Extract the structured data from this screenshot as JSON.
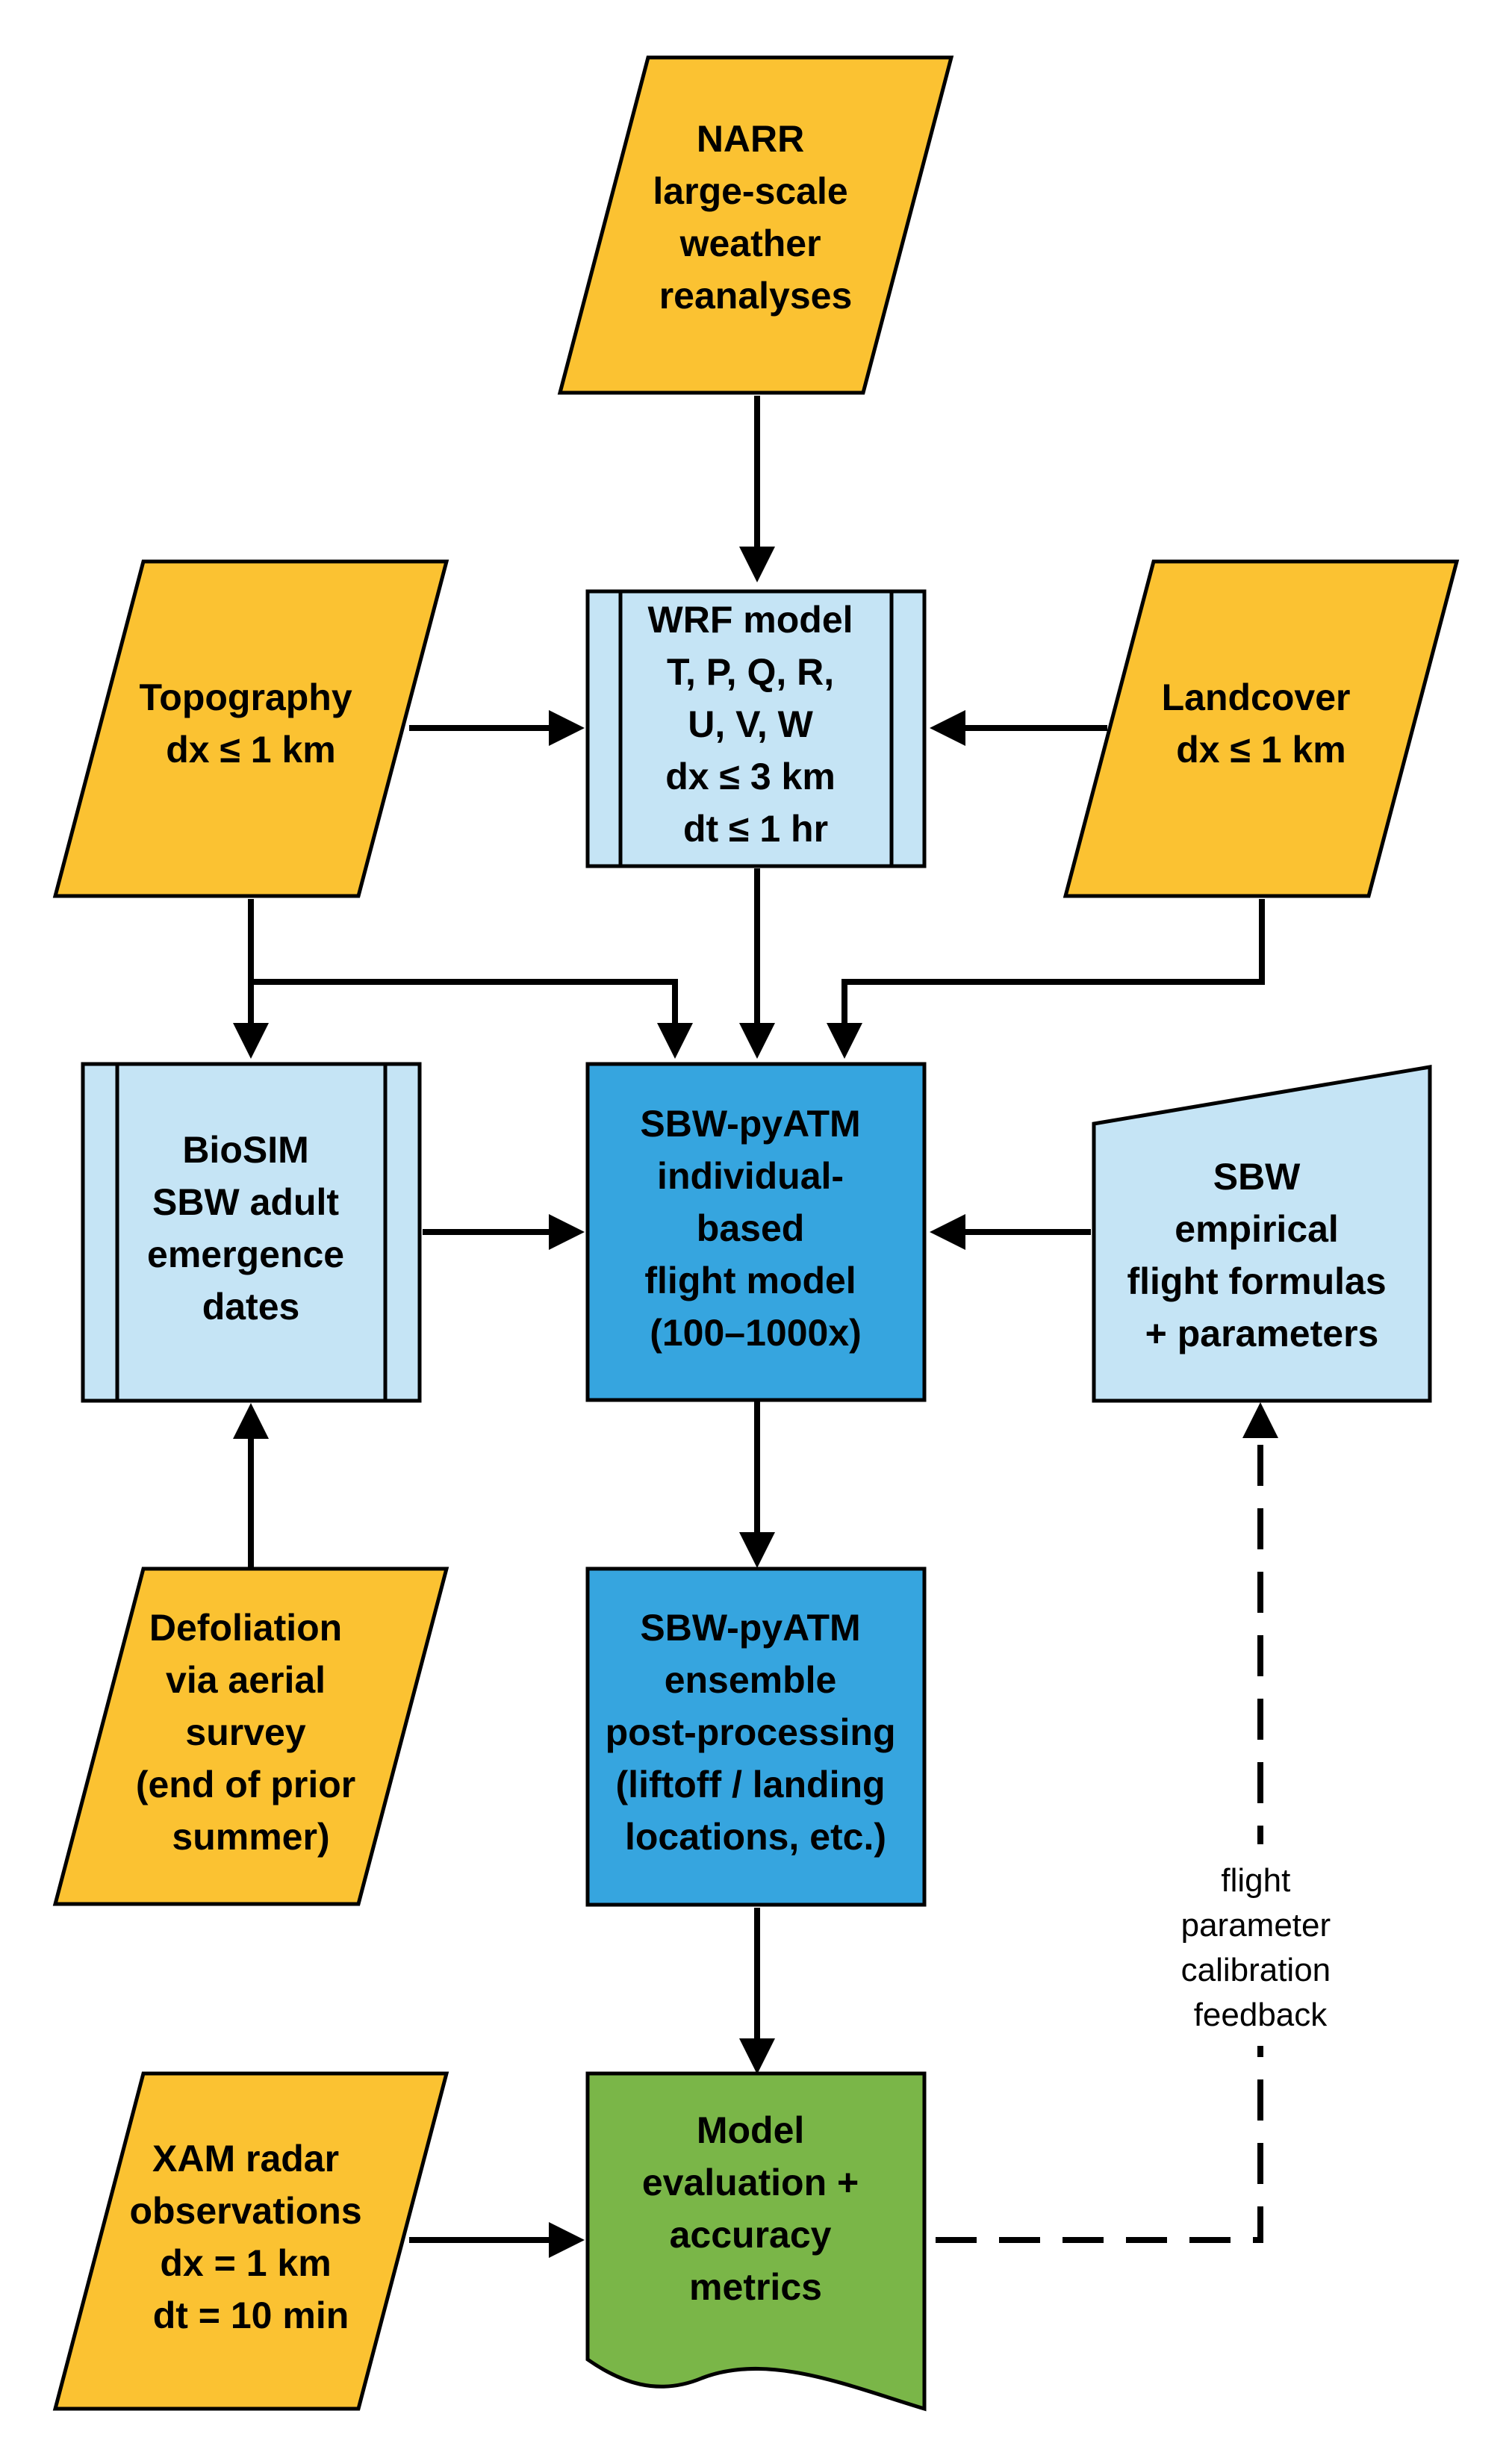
{
  "colors": {
    "data_input": "#FBC232",
    "model_light": "#C5E4F5",
    "model_dark": "#36A5DF",
    "evaluation": "#7AB648",
    "stroke": "#000000"
  },
  "nodes": {
    "narr": {
      "lines": [
        "NARR",
        "large-scale",
        "weather",
        "reanalyses"
      ]
    },
    "topography": {
      "lines": [
        "Topography",
        "dx ≤ 1 km"
      ]
    },
    "wrf": {
      "lines": [
        "WRF model",
        "T, P, Q, R,",
        "U, V, W",
        "dx ≤ 3 km",
        "dt ≤ 1 hr"
      ]
    },
    "landcover": {
      "lines": [
        "Landcover",
        "dx ≤ 1 km"
      ]
    },
    "biosim": {
      "lines": [
        "BioSIM",
        "SBW adult",
        "emergence",
        "dates"
      ]
    },
    "flight_model": {
      "lines": [
        "SBW-pyATM",
        "individual-",
        "based",
        "flight model",
        "(100–1000x)"
      ]
    },
    "empirical": {
      "lines": [
        "SBW",
        "empirical",
        "flight formulas",
        "+ parameters"
      ]
    },
    "defoliation": {
      "lines": [
        "Defoliation",
        "via aerial",
        "survey",
        "(end of prior",
        "summer)"
      ]
    },
    "postprocessing": {
      "lines": [
        "SBW-pyATM",
        "ensemble",
        "post-processing",
        "(liftoff / landing",
        "locations, etc.)"
      ]
    },
    "radar": {
      "lines": [
        "XAM radar",
        "observations",
        "dx = 1 km",
        "dt = 10 min"
      ]
    },
    "evaluation": {
      "lines": [
        "Model",
        "evaluation +",
        "accuracy",
        "metrics"
      ]
    }
  },
  "edges": [
    {
      "from": "narr",
      "to": "wrf"
    },
    {
      "from": "topography",
      "to": "wrf"
    },
    {
      "from": "landcover",
      "to": "wrf"
    },
    {
      "from": "topography",
      "to": "biosim"
    },
    {
      "from": "topography",
      "to": "flight_model"
    },
    {
      "from": "wrf",
      "to": "flight_model"
    },
    {
      "from": "landcover",
      "to": "flight_model"
    },
    {
      "from": "biosim",
      "to": "flight_model"
    },
    {
      "from": "empirical",
      "to": "flight_model"
    },
    {
      "from": "defoliation",
      "to": "biosim"
    },
    {
      "from": "flight_model",
      "to": "postprocessing"
    },
    {
      "from": "postprocessing",
      "to": "evaluation"
    },
    {
      "from": "radar",
      "to": "evaluation"
    },
    {
      "from": "evaluation",
      "to": "empirical",
      "style": "dashed",
      "label": [
        "flight",
        "parameter",
        "calibration",
        "feedback"
      ]
    }
  ]
}
